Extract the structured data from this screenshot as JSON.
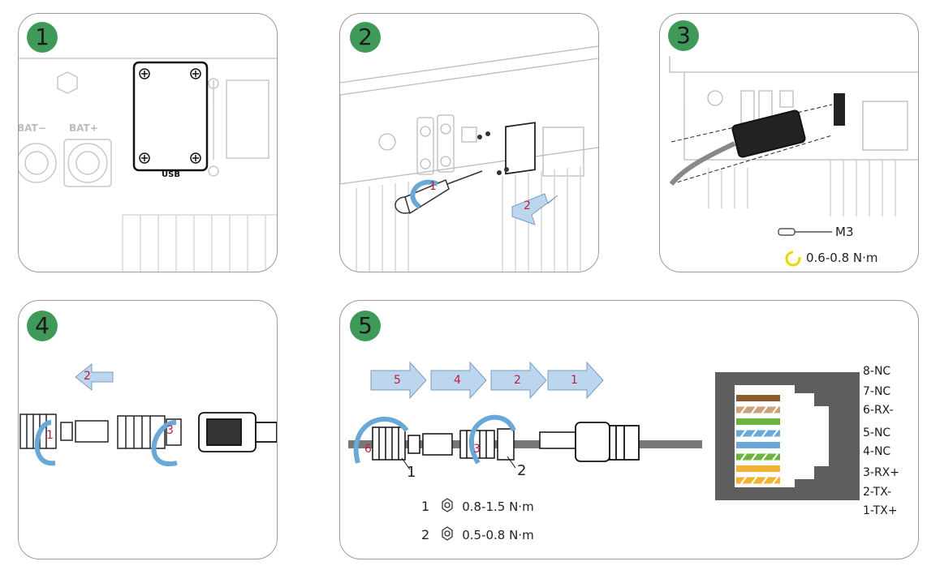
{
  "panels": [
    {
      "number": "1",
      "labels": {
        "bat_minus": "BAT−",
        "bat_plus": "BAT+",
        "usb": "USB"
      }
    },
    {
      "number": "2",
      "steps": [
        "1",
        "2"
      ]
    },
    {
      "number": "3",
      "tool": "M3",
      "torque": "0.6-0.8 N·m"
    },
    {
      "number": "4",
      "arrow": "2",
      "steps": [
        "1",
        "3"
      ]
    },
    {
      "number": "5",
      "arrows": [
        "5",
        "4",
        "2",
        "1"
      ],
      "rotations": [
        "6",
        "3"
      ],
      "parts": [
        "1",
        "2"
      ],
      "torques": [
        {
          "part": "1",
          "value": "0.8-1.5 N·m"
        },
        {
          "part": "2",
          "value": "0.5-0.8 N·m"
        }
      ],
      "pins": [
        "8-NC",
        "7-NC",
        "6-RX-",
        "5-NC",
        "4-NC",
        "3-RX+",
        "2-TX-",
        "1-TX+"
      ],
      "wire_colors": [
        "#8b5a2b",
        "#c9a27a",
        "#6db33f",
        "#6aa8d8",
        "#6aa8d8",
        "#6db33f",
        "#f2b233",
        "#f2b233"
      ]
    }
  ],
  "colors": {
    "badge": "#3f9a5a",
    "step_text": "#c0203c",
    "arrow_fill": "#bcd6ee",
    "arrow_stroke": "#7a9cc0",
    "torque_icon": "#e8d800"
  }
}
